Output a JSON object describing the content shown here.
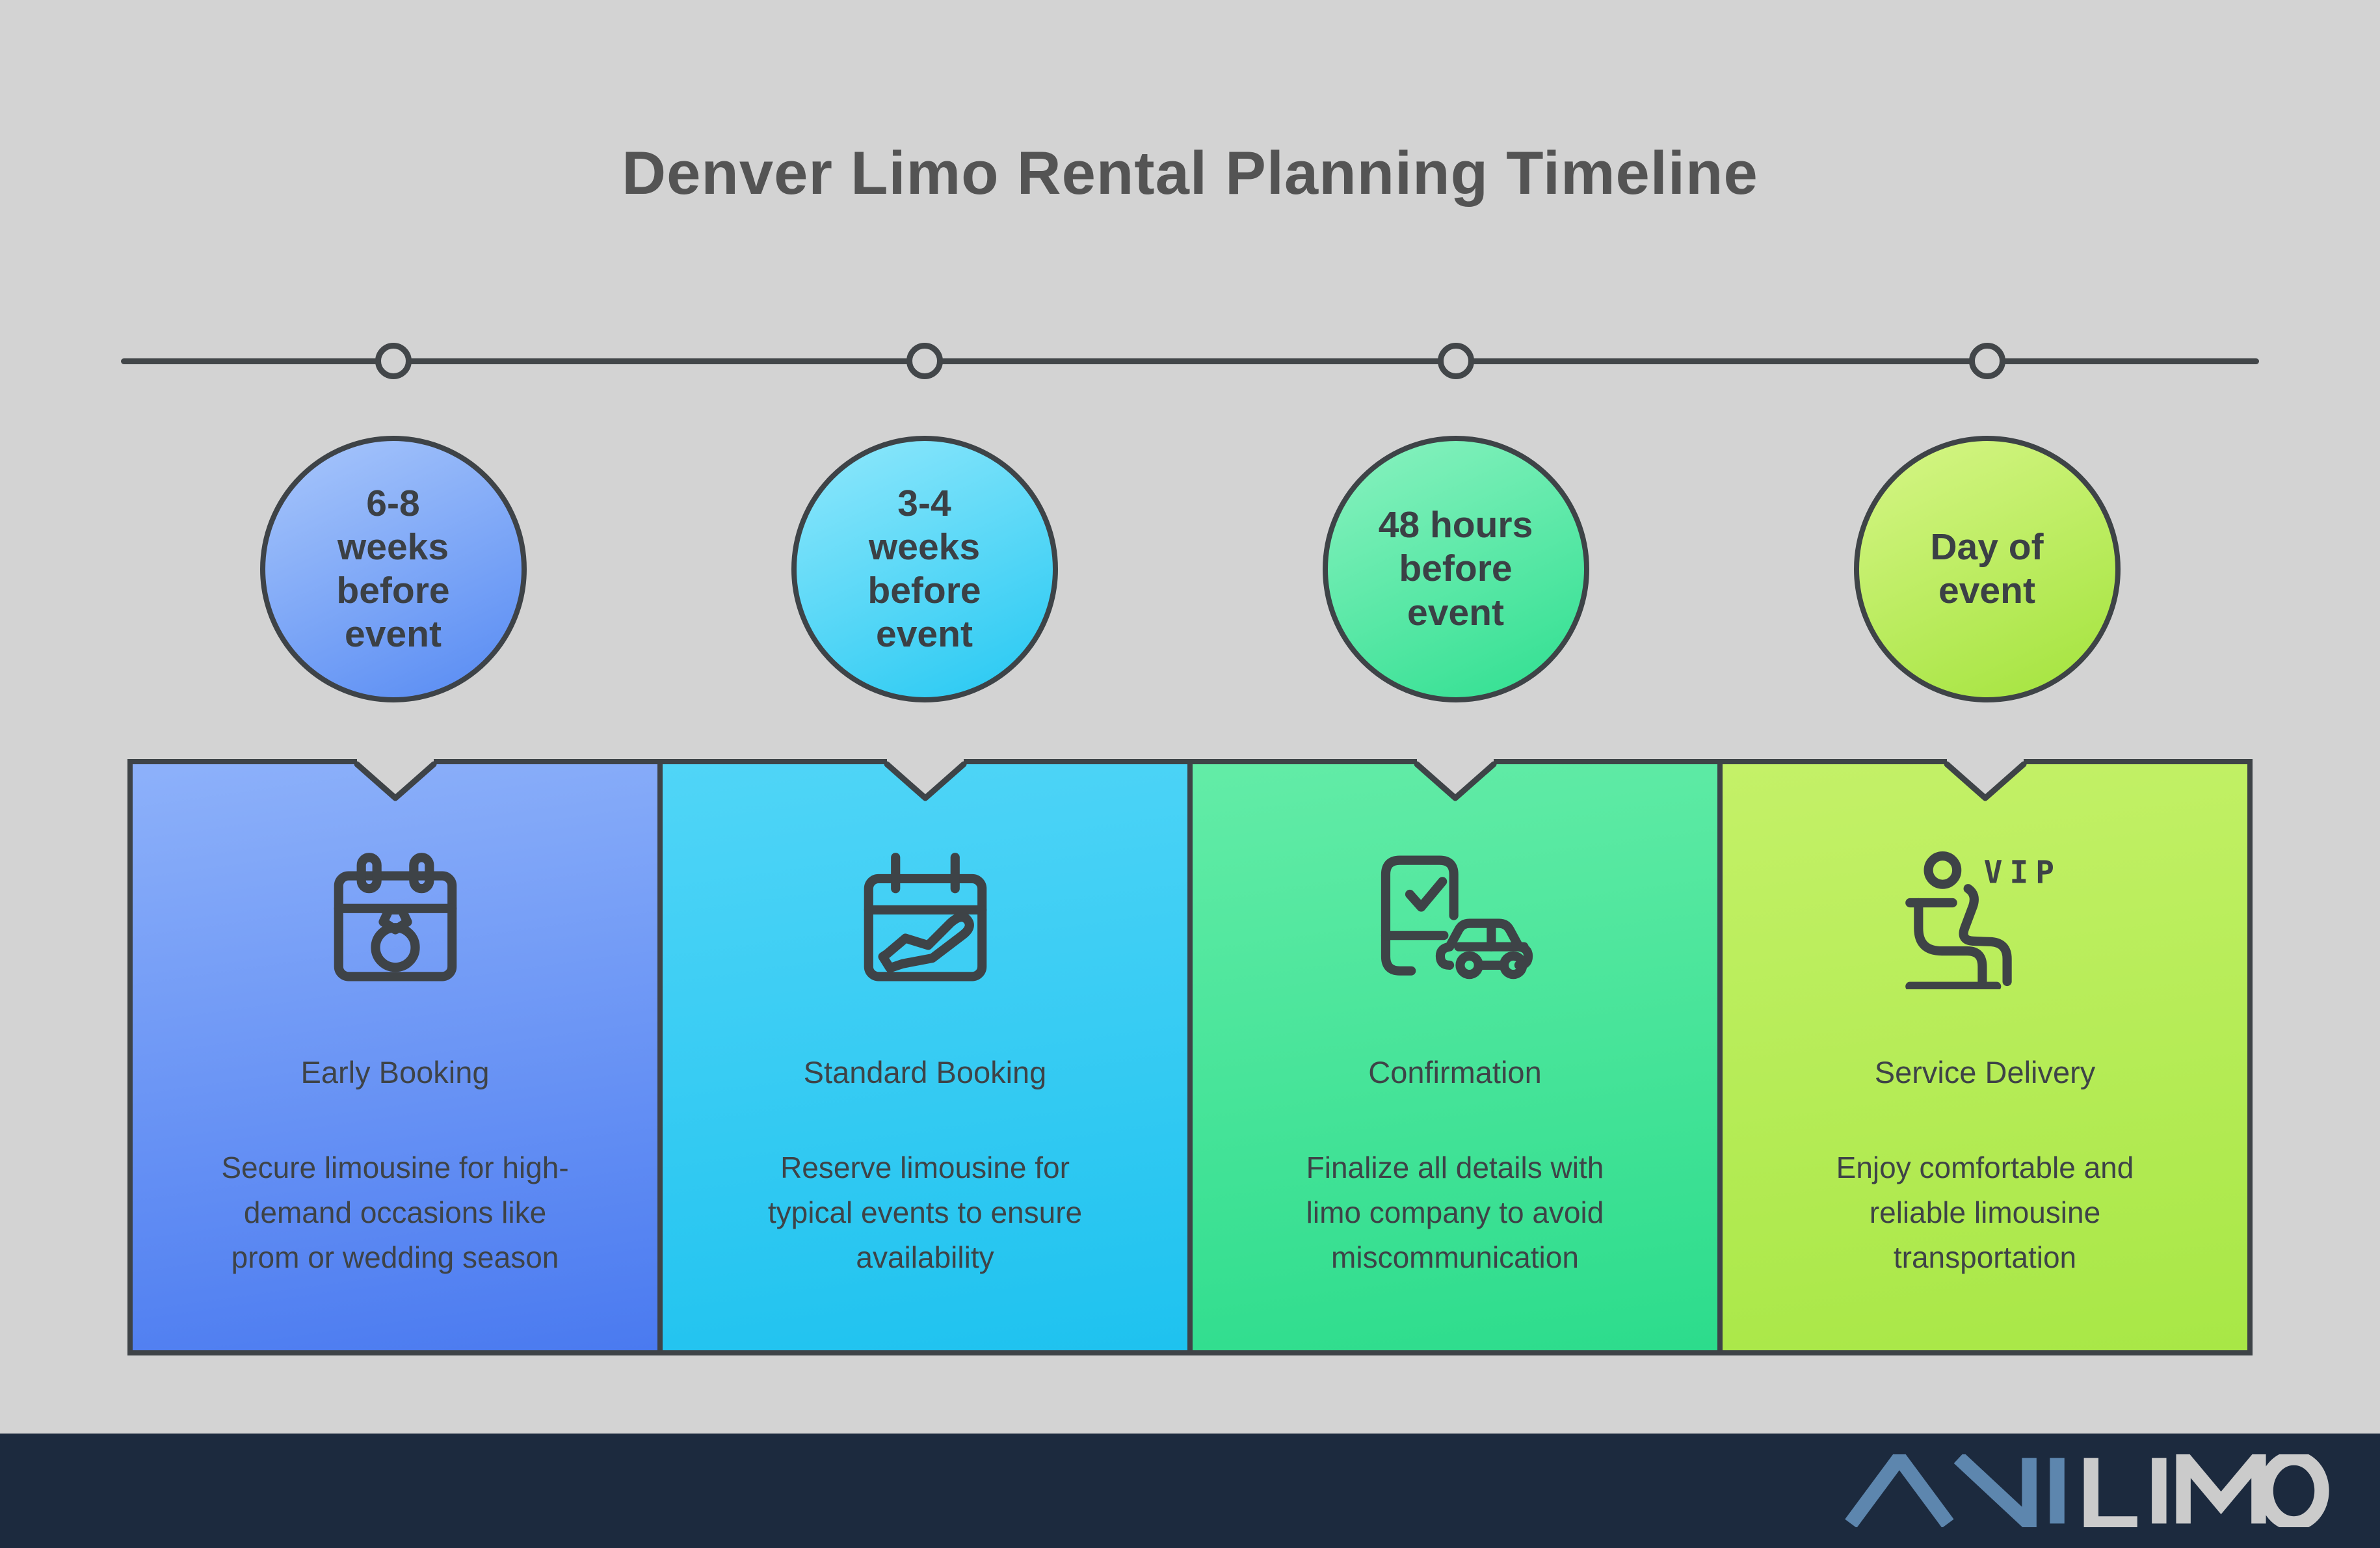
{
  "page": {
    "title": "Denver Limo Rental Planning Timeline",
    "background": "#d3d3d3",
    "outline_color": "#3e4347"
  },
  "stages": [
    {
      "time_label": "6-8\nweeks\nbefore\nevent",
      "card_title": "Early Booking",
      "card_body": "Secure limousine for high-\ndemand occasions like\nprom or wedding season",
      "icon": "calendar-wedding-ring-icon",
      "circle_top": "#a9c7fb",
      "circle_bottom": "#568af3",
      "card_top": "#8db1fa",
      "card_bottom": "#4a7af0"
    },
    {
      "time_label": "3-4\nweeks\nbefore\nevent",
      "card_title": "Standard Booking",
      "card_body": "Reserve limousine for\ntypical events to ensure\navailability",
      "icon": "calendar-plane-icon",
      "circle_top": "#90e8fc",
      "circle_bottom": "#25c8f2",
      "card_top": "#50d5f7",
      "card_bottom": "#1ec2ef"
    },
    {
      "time_label": "48 hours\nbefore\nevent",
      "card_title": "Confirmation",
      "card_body": "Finalize all details with\nlimo company to avoid\nmiscommunication",
      "icon": "phone-check-car-icon",
      "circle_top": "#8af2c0",
      "circle_bottom": "#2fdf90",
      "card_top": "#63eca7",
      "card_bottom": "#2cdc8c"
    },
    {
      "time_label": "Day of\nevent",
      "card_title": "Service Delivery",
      "card_body": "Enjoy comfortable and\nreliable limousine\ntransportation",
      "icon": "vip-seat-person-icon",
      "icon_label": "VIP",
      "circle_top": "#d6f687",
      "circle_bottom": "#a3e33c",
      "card_top": "#c4f168",
      "card_bottom": "#a8e746"
    }
  ],
  "footer": {
    "background": "#1c2a3e",
    "logo_text": "ANILIMO",
    "logo_blue_part": "ANI",
    "logo_gray_part": "LIMO",
    "logo_blue_color": "#5d86ae",
    "logo_gray_color": "#cbcbcb"
  }
}
